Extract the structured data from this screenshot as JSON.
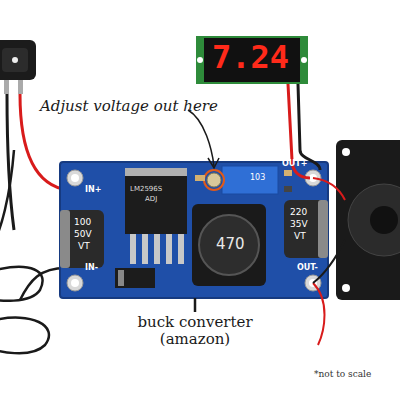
{
  "diagram": {
    "labels": [
      "Adjust voltage out here",
      "7.24",
      "IN+",
      "IN-",
      "OUT+",
      "OUT-",
      "100",
      "50V",
      "VT",
      "220",
      "35V",
      "VT",
      "470",
      "LM2596S",
      "ADJ",
      "103",
      "buck converter (amazon)",
      "*not to scale"
    ]
  }
}
